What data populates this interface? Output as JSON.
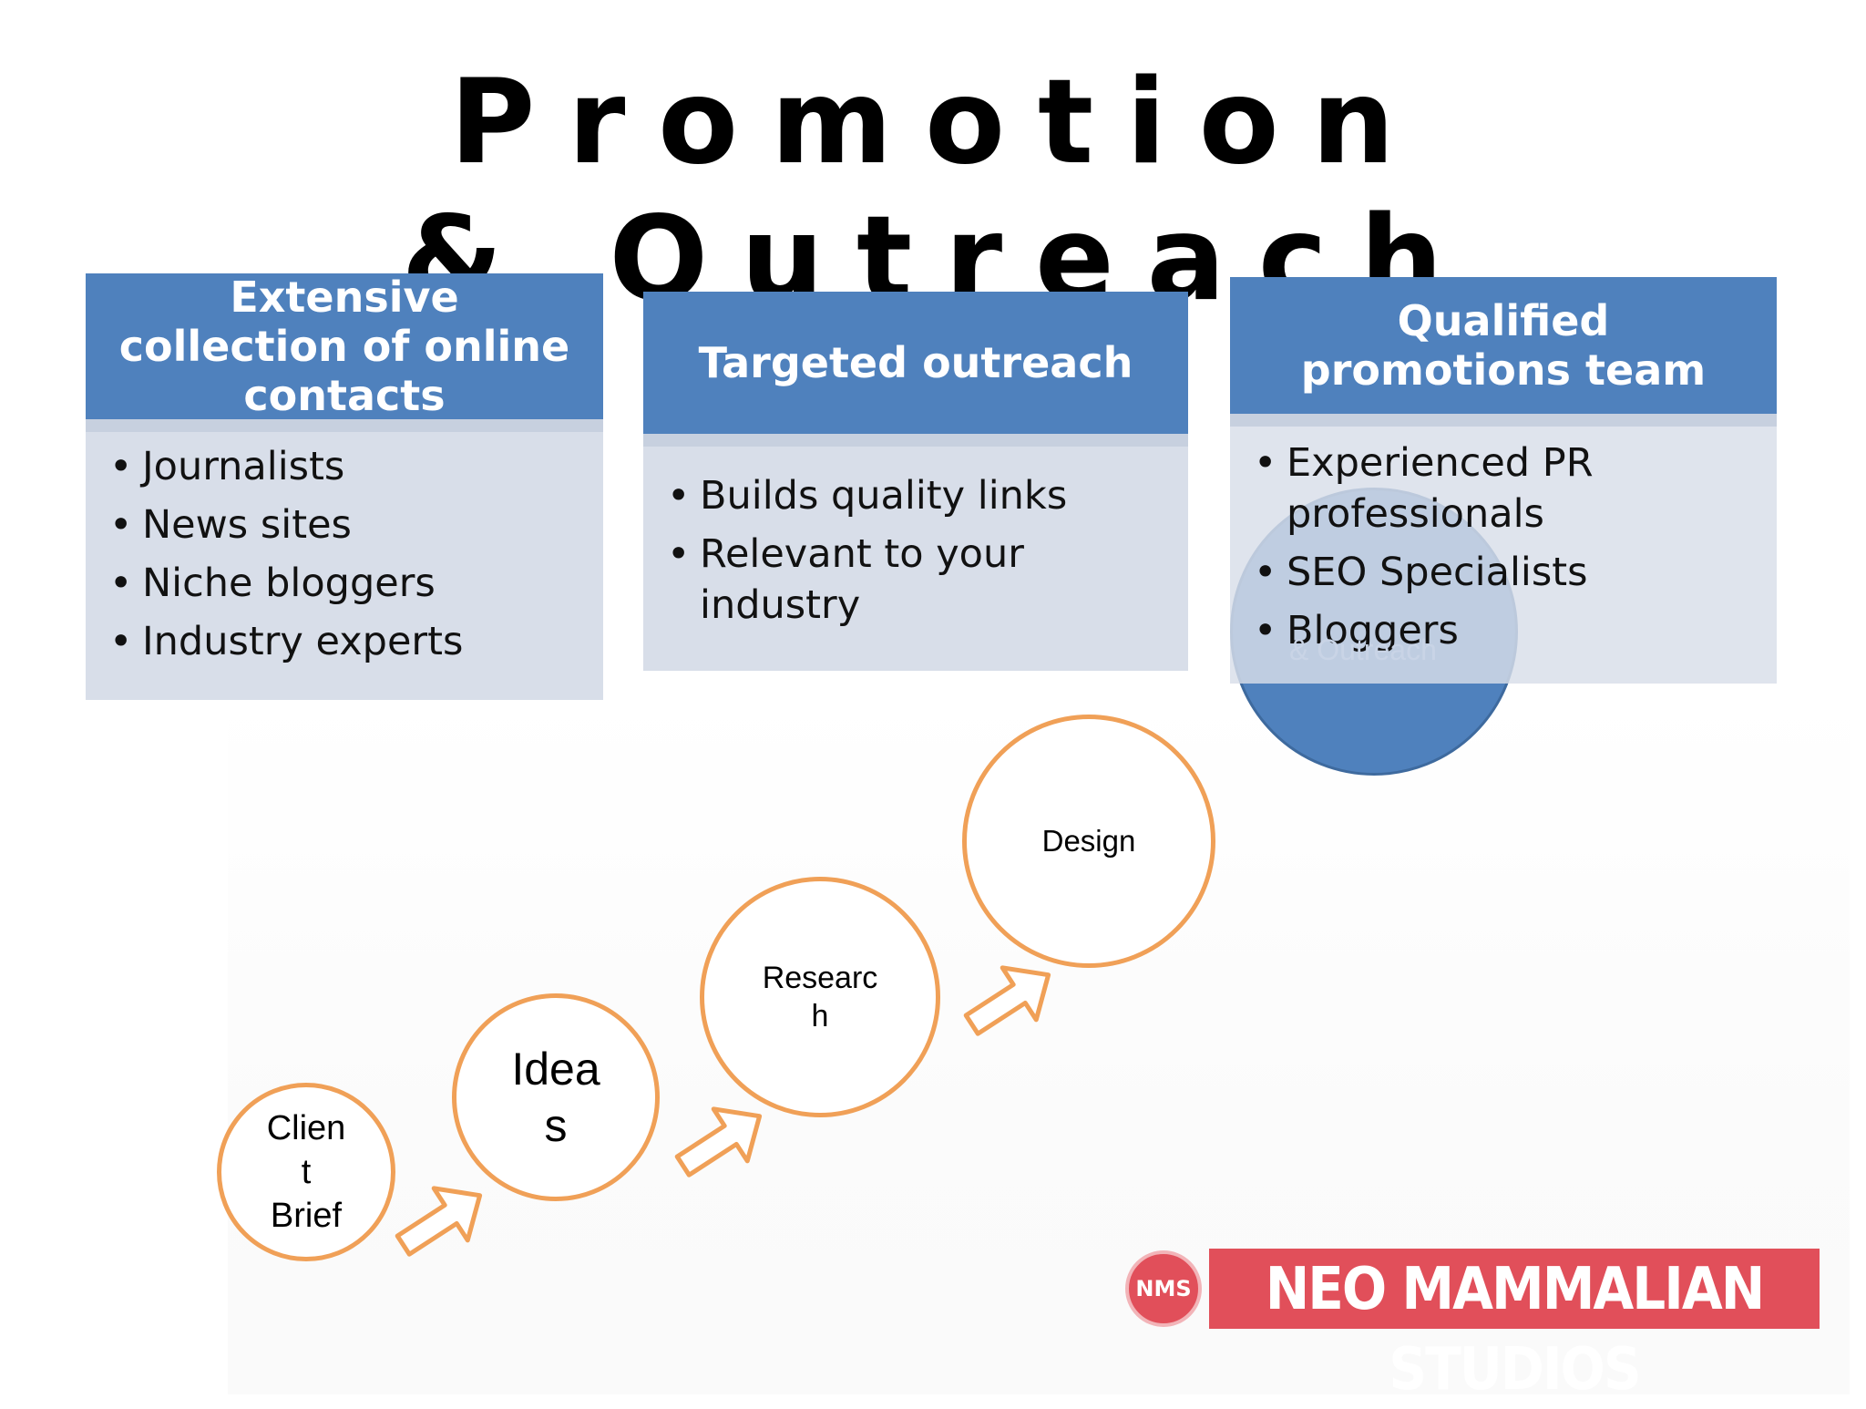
{
  "title": "Promotion & Outreach",
  "cards": [
    {
      "heading": "Extensive collection of online contacts",
      "items": [
        "Journalists",
        "News sites",
        "Niche bloggers",
        "Industry experts"
      ]
    },
    {
      "heading": "Targeted outreach",
      "items": [
        "Builds quality links",
        "Relevant to your industry"
      ]
    },
    {
      "heading": "Qualified promotions team",
      "items": [
        "Experienced PR professionals",
        "SEO Specialists",
        "Bloggers"
      ]
    }
  ],
  "overlay_label": "& Outreach",
  "steps": [
    {
      "label": "Clien\nt\nBrief"
    },
    {
      "label": "Idea\ns"
    },
    {
      "label": "Researc\nh"
    },
    {
      "label": "Design"
    }
  ],
  "logo": {
    "badge": "NMS",
    "text": "NEO MAMMALIAN STUDIOS"
  },
  "colors": {
    "header_blue": "#4f81bd",
    "body_gray": "#d8dee9",
    "step_orange": "#f0a057",
    "logo_red": "#e14f5a"
  }
}
